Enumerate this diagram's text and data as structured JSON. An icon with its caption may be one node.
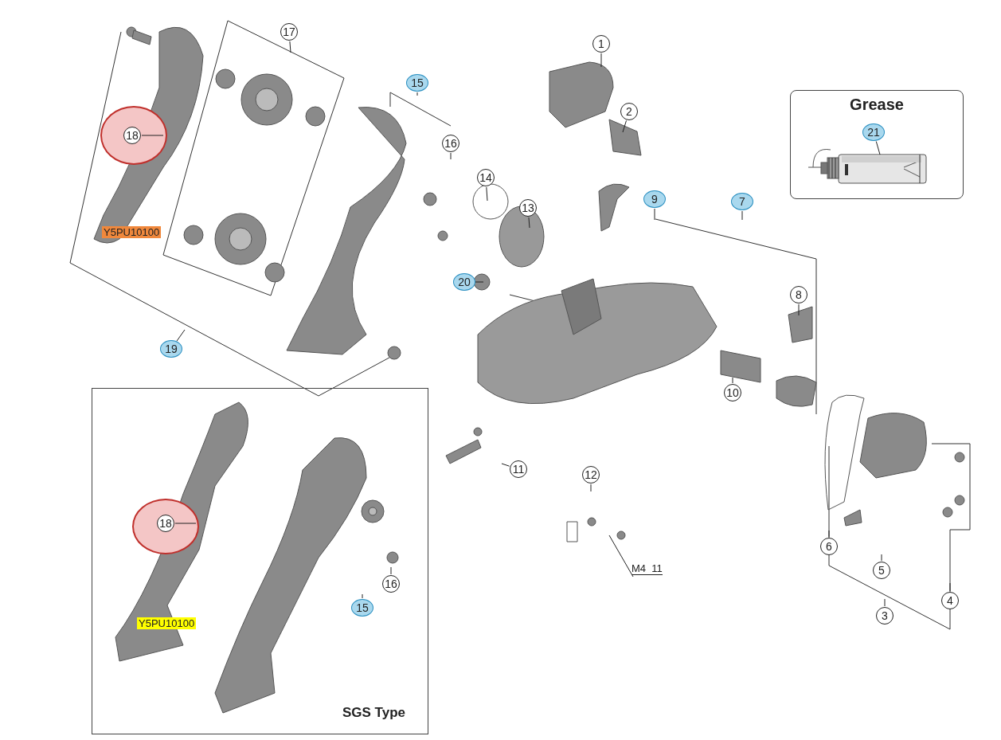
{
  "diagram": {
    "nodes": [
      {
        "text": [
          "18"
        ]
      },
      {
        "text": [
          "17"
        ]
      },
      {
        "text": [
          "15"
        ]
      },
      {
        "text": [
          "1"
        ]
      },
      {
        "text": [
          "Grease"
        ]
      },
      {
        "text": [
          "21"
        ],
        "in": 4
      },
      {
        "text": [],
        "shape": "picture",
        "in": 4
      },
      {
        "text": [
          "16"
        ]
      },
      {
        "text": [
          "2"
        ]
      },
      {
        "text": [
          "14"
        ]
      },
      {
        "text": [
          "13"
        ]
      },
      {
        "text": [
          "9"
        ]
      },
      {
        "text": [
          "7"
        ]
      },
      {
        "text": [
          "20"
        ]
      },
      {
        "text": [
          "8"
        ]
      },
      {
        "text": [
          "19"
        ]
      },
      {
        "text": [
          "10"
        ]
      },
      {
        "text": [
          "11"
        ]
      },
      {
        "text": [
          "12"
        ]
      },
      {
        "text": [
          "M4  11"
        ]
      },
      {
        "text": [
          "6"
        ]
      },
      {
        "text": [
          "5"
        ]
      },
      {
        "text": [
          "4"
        ]
      },
      {
        "text": [
          "3"
        ]
      },
      {
        "text": [
          "SGS Type"
        ]
      },
      {
        "text": [
          "18"
        ],
        "in": 24
      },
      {
        "text": [
          "16"
        ],
        "in": 24
      },
      {
        "text": [
          "15"
        ],
        "in": 24
      }
    ],
    "edges": [
      {
        "from": 0,
        "to": null,
        "arrow": "none"
      },
      {
        "from": 1,
        "to": null,
        "arrow": "none"
      },
      {
        "from": 2,
        "to": null,
        "arrow": "none"
      },
      {
        "from": 3,
        "to": null,
        "arrow": "none"
      },
      {
        "from": 5,
        "to": 6,
        "arrow": "none"
      },
      {
        "from": 7,
        "to": null,
        "arrow": "none"
      },
      {
        "from": 8,
        "to": null,
        "arrow": "none"
      },
      {
        "from": 9,
        "to": null,
        "arrow": "none"
      },
      {
        "from": 10,
        "to": null,
        "arrow": "none"
      },
      {
        "from": 11,
        "to": null,
        "arrow": "none"
      },
      {
        "from": 12,
        "to": null,
        "arrow": "none"
      },
      {
        "from": 13,
        "to": null,
        "arrow": "none"
      },
      {
        "from": 14,
        "to": null,
        "arrow": "none"
      },
      {
        "from": 15,
        "to": null,
        "arrow": "none"
      },
      {
        "from": 16,
        "to": null,
        "arrow": "none"
      },
      {
        "from": 17,
        "to": null,
        "arrow": "none"
      },
      {
        "from": 18,
        "to": null,
        "arrow": "none"
      },
      {
        "from": 19,
        "to": null,
        "arrow": "none"
      },
      {
        "from": 20,
        "to": null,
        "arrow": "none"
      },
      {
        "from": 21,
        "to": null,
        "arrow": "none"
      },
      {
        "from": 22,
        "to": null,
        "arrow": "none"
      },
      {
        "from": 23,
        "to": null,
        "arrow": "none"
      },
      {
        "from": 25,
        "to": null,
        "arrow": "none"
      },
      {
        "from": 26,
        "to": null,
        "arrow": "none"
      },
      {
        "from": 27,
        "to": null,
        "arrow": "none"
      }
    ],
    "labels": [
      "Y5PU10100",
      "Y5PU10100"
    ]
  }
}
